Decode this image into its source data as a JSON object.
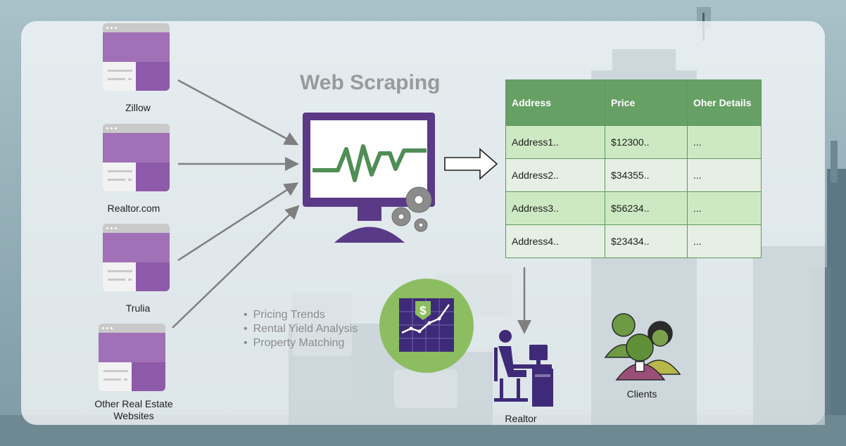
{
  "title": "Web Scraping",
  "sources": [
    {
      "label": "Zillow"
    },
    {
      "label": "Realtor.com"
    },
    {
      "label": "Trulia"
    },
    {
      "label": "Other Real Estate Websites"
    }
  ],
  "table": {
    "headers": [
      "Address",
      "Price",
      "Oher Details"
    ],
    "rows": [
      [
        "Address1..",
        "$12300..",
        "..."
      ],
      [
        "Address2..",
        "$34355..",
        "..."
      ],
      [
        "Address3..",
        "$56234..",
        "..."
      ],
      [
        "Address4..",
        "$23434..",
        "..."
      ]
    ]
  },
  "bullets": [
    "Pricing Trends",
    "Rental Yield Analysis",
    "Property Matching"
  ],
  "labels": {
    "realtor": "Realtor",
    "clients": "Clients"
  },
  "icons": [
    "monitor-chart-icon",
    "gears-icon",
    "dollar-chart-icon",
    "realtor-desk-icon",
    "clients-group-icon"
  ],
  "colors": {
    "purple": "#8e5aaa",
    "monitor": "#5a3a87",
    "green": "#67a065",
    "gray_arrow": "#7f7f7f"
  }
}
